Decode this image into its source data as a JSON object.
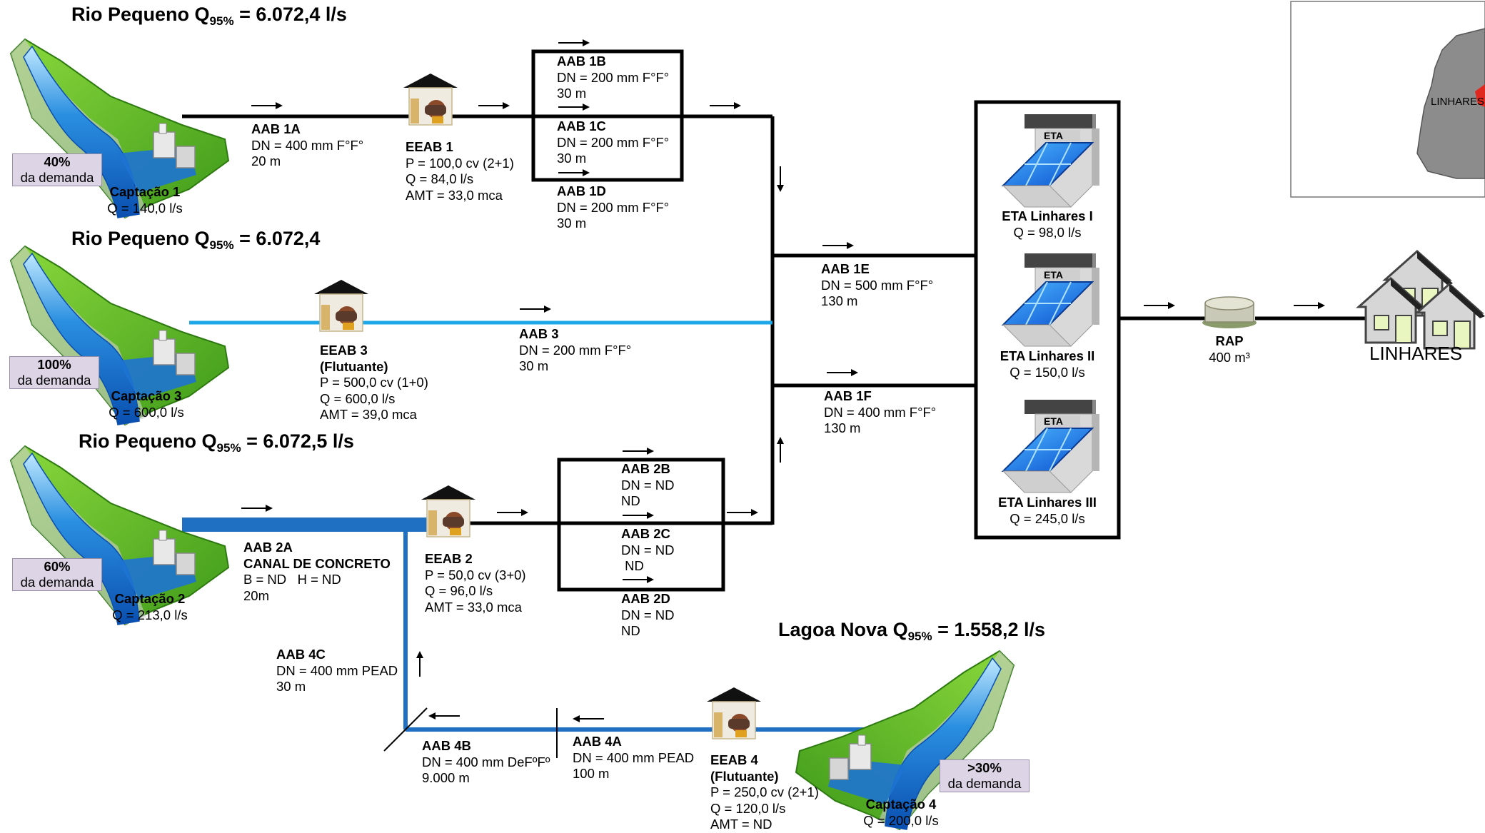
{
  "sources": {
    "rio1": {
      "name": "Rio Pequeno",
      "q_prefix": "Q",
      "q_sub": "95%",
      "q_value": " = 6.072,4 l/s"
    },
    "rio3": {
      "name": "Rio Pequeno",
      "q_prefix": "Q",
      "q_sub": "95%",
      "q_value": " = 6.072,4"
    },
    "rio2": {
      "name": "Rio Pequeno",
      "q_prefix": "Q",
      "q_sub": "95%",
      "q_value": " = 6.072,5 l/s"
    },
    "lagoa": {
      "name": "Lagoa Nova",
      "q_prefix": "Q",
      "q_sub": "95%",
      "q_value": " = 1.558,2 l/s"
    }
  },
  "captacoes": {
    "c1": {
      "name": "Captação 1",
      "q": "Q = 140,0 l/s",
      "share": "40%",
      "share_label": "da demanda"
    },
    "c3": {
      "name": "Captação 3",
      "q": "Q = 600,0 l/s",
      "share": "100%",
      "share_label": "da demanda"
    },
    "c2": {
      "name": "Captação 2",
      "q": "Q = 213,0 l/s",
      "share": "60%",
      "share_label": "da demanda"
    },
    "c4": {
      "name": "Captação 4",
      "q": "Q = 200,0 l/s",
      "share": ">30%",
      "share_label": "da demanda"
    }
  },
  "pipes": {
    "aab1a": {
      "name": "AAB 1A",
      "dn": "DN = 400 mm F°F°",
      "len": "20 m"
    },
    "aab1b": {
      "name": "AAB 1B",
      "dn": "DN = 200 mm F°F°",
      "len": "30 m"
    },
    "aab1c": {
      "name": "AAB 1C",
      "dn": "DN = 200 mm F°F°",
      "len": "30 m"
    },
    "aab1d": {
      "name": "AAB 1D",
      "dn": "DN = 200 mm F°F°",
      "len": "30 m"
    },
    "aab1e": {
      "name": "AAB 1E",
      "dn": "DN = 500 mm F°F°",
      "len": "130 m"
    },
    "aab1f": {
      "name": "AAB 1F",
      "dn": "DN = 400 mm F°F°",
      "len": "130 m"
    },
    "aab3": {
      "name": "AAB 3",
      "dn": "DN = 200 mm F°F°",
      "len": "30 m"
    },
    "aab2a": {
      "name": "AAB 2A",
      "type": "CANAL DE CONCRETO",
      "dims": "B = ND   H = ND",
      "len": "20m"
    },
    "aab2b": {
      "name": "AAB 2B",
      "dn": "DN = ND",
      "len": "ND"
    },
    "aab2c": {
      "name": "AAB 2C",
      "dn": "DN = ND",
      "len": " ND"
    },
    "aab2d": {
      "name": "AAB 2D",
      "dn": "DN = ND",
      "len": "ND"
    },
    "aab4c": {
      "name": "AAB 4C",
      "dn": "DN = 400 mm PEAD",
      "len": "30 m"
    },
    "aab4b": {
      "name": "AAB 4B",
      "dn": "DN = 400 mm DeFºFº",
      "len": "9.000 m"
    },
    "aab4a": {
      "name": "AAB 4A",
      "dn": "DN = 400 mm PEAD",
      "len": "100 m"
    }
  },
  "pumps": {
    "eeab1": {
      "name": "EEAB 1",
      "p": "P = 100,0 cv (2+1)",
      "q": "Q = 84,0 l/s",
      "amt": "AMT = 33,0 mca"
    },
    "eeab3": {
      "name": "EEAB 3",
      "note": "(Flutuante)",
      "p": "P = 500,0 cv (1+0)",
      "q": "Q = 600,0 l/s",
      "amt": "AMT = 39,0 mca"
    },
    "eeab2": {
      "name": "EEAB 2",
      "p": "P = 50,0 cv (3+0)",
      "q": "Q = 96,0 l/s",
      "amt": "AMT = 33,0 mca"
    },
    "eeab4": {
      "name": "EEAB 4",
      "note": "(Flutuante)",
      "p": "P = 250,0 cv (2+1)",
      "q": "Q = 120,0 l/s",
      "amt": "AMT = ND"
    }
  },
  "etas": {
    "icon_label": "ETA",
    "eta1": {
      "name": "ETA Linhares I",
      "q": "Q = 98,0 l/s"
    },
    "eta2": {
      "name": "ETA Linhares II",
      "q": "Q = 150,0 l/s"
    },
    "eta3": {
      "name": "ETA Linhares III",
      "q": "Q = 245,0 l/s"
    }
  },
  "rap": {
    "name": "RAP",
    "volume": "400 m³"
  },
  "city": {
    "name": "LINHARES"
  },
  "inset_map": {
    "label": "LINHARES"
  },
  "colors": {
    "grass": "#6cc22a",
    "water": "#1e73d2",
    "pipe_main": "#000000",
    "pipe_blue": "#1ea7e8",
    "pipe_pead": "#1f6fc2",
    "tag_bg": "#ddd4e6",
    "map_state": "#8c8c8c",
    "map_highlight": "#e0281e"
  }
}
